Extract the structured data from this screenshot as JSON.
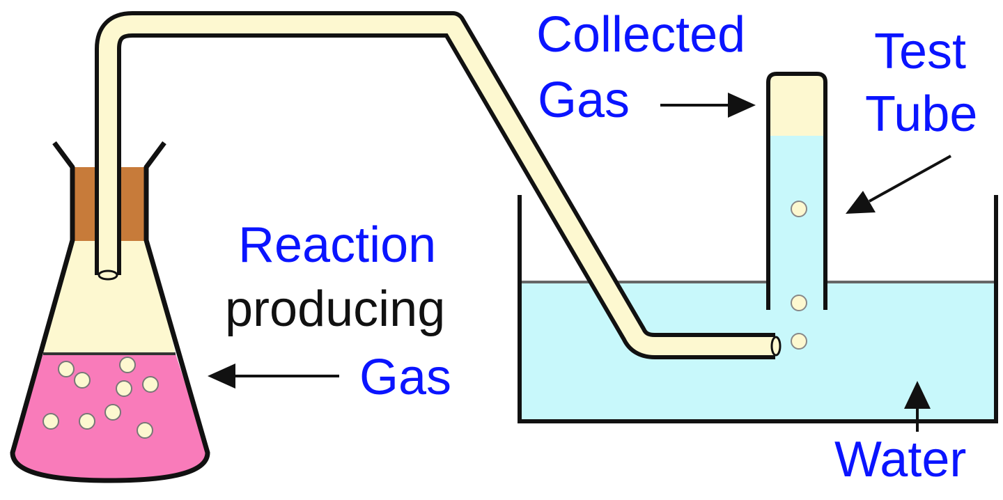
{
  "labels": {
    "collected": "Collected",
    "gas_top": "Gas",
    "test": "Test",
    "tube": "Tube",
    "reaction": "Reaction",
    "producing": "producing",
    "gas_bottom": "Gas",
    "water": "Water"
  },
  "colors": {
    "label_blue": "#0a14ff",
    "outline": "#111111",
    "gas_fill": "#fdf8d0",
    "water_fill": "#c8f8fb",
    "liquid_pink": "#f97bba",
    "stopper": "#c77b3a"
  }
}
